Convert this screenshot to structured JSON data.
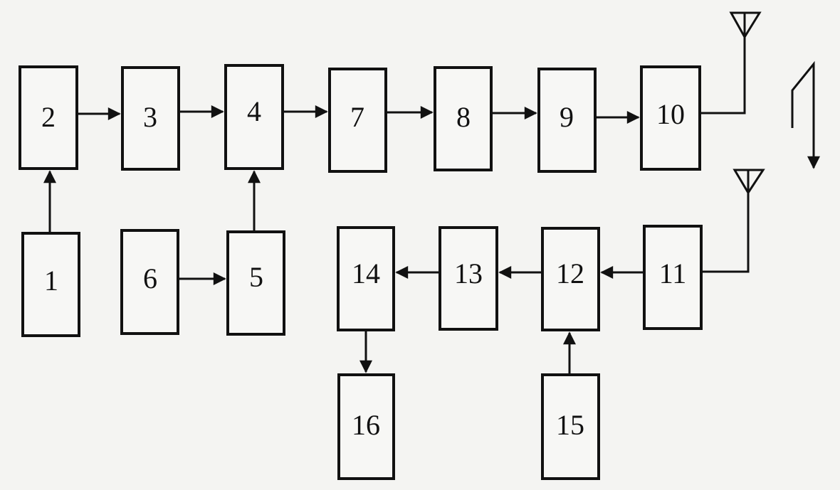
{
  "blocks": {
    "b1": "1",
    "b2": "2",
    "b3": "3",
    "b4": "4",
    "b5": "5",
    "b6": "6",
    "b7": "7",
    "b8": "8",
    "b9": "9",
    "b10": "10",
    "b11": "11",
    "b12": "12",
    "b13": "13",
    "b14": "14",
    "b15": "15",
    "b16": "16"
  },
  "connections": [
    {
      "from": "1",
      "to": "2"
    },
    {
      "from": "2",
      "to": "3"
    },
    {
      "from": "3",
      "to": "4"
    },
    {
      "from": "4",
      "to": "7"
    },
    {
      "from": "7",
      "to": "8"
    },
    {
      "from": "8",
      "to": "9"
    },
    {
      "from": "9",
      "to": "10"
    },
    {
      "from": "6",
      "to": "5"
    },
    {
      "from": "5",
      "to": "4"
    },
    {
      "from": "11",
      "to": "12"
    },
    {
      "from": "12",
      "to": "13"
    },
    {
      "from": "13",
      "to": "14"
    },
    {
      "from": "14",
      "to": "16"
    },
    {
      "from": "15",
      "to": "12"
    }
  ],
  "antennas": [
    {
      "attached_to": "10"
    },
    {
      "attached_to": "11"
    }
  ],
  "wireless_link": {
    "direction": "down"
  }
}
